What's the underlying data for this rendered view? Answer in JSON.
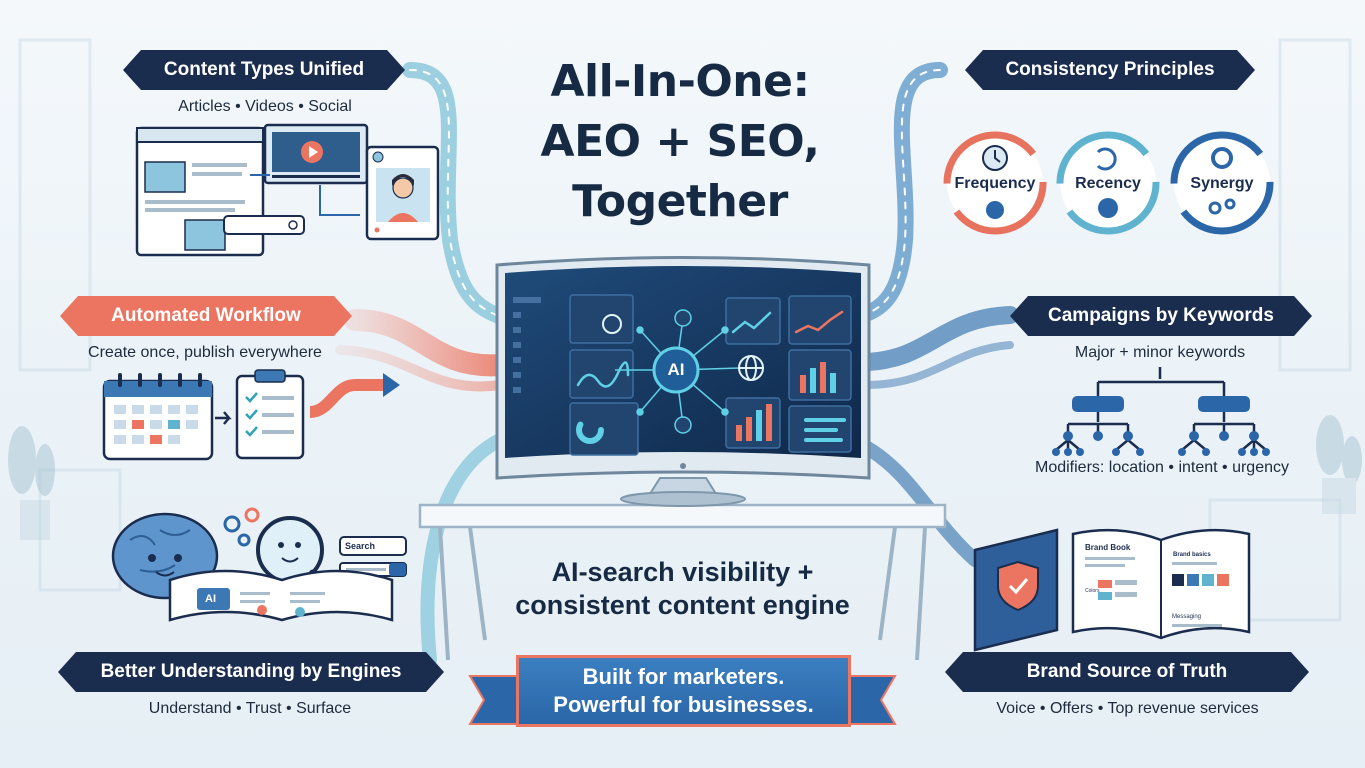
{
  "title": {
    "line1": "All-In-One:",
    "line2": "AEO + SEO,",
    "line3": "Together"
  },
  "panels": {
    "content_types": {
      "heading": "Content Types Unified",
      "subtitle": "Articles • Videos • Social"
    },
    "automated_workflow": {
      "heading": "Automated Workflow",
      "subtitle": "Create once, publish everywhere"
    },
    "better_understanding": {
      "heading": "Better Understanding by Engines",
      "subtitle": "Understand • Trust • Surface",
      "search_label": "Search",
      "book_label": "AI"
    },
    "consistency": {
      "heading": "Consistency Principles",
      "cycles": [
        "Frequency",
        "Recency",
        "Synergy"
      ]
    },
    "campaigns": {
      "heading": "Campaigns by Keywords",
      "subtitle": "Major + minor keywords",
      "modifiers": "Modifiers: location • intent • urgency"
    },
    "brand_source": {
      "heading": "Brand Source of Truth",
      "subtitle": "Voice • Offers • Top revenue services",
      "book_title": "Brand Book",
      "page_heading": "Brand basics",
      "colors_label": "Colors",
      "messaging_label": "Messaging"
    }
  },
  "center": {
    "monitor_badge": "AI",
    "tagline_line1": "AI-search visibility +",
    "tagline_line2": "consistent content engine",
    "ribbon_line1": "Built for marketers.",
    "ribbon_line2": "Powerful for businesses."
  },
  "colors": {
    "navy": "#1b2d4f",
    "coral": "#ec7562",
    "blue": "#2a66a8",
    "teal": "#5fb3cf"
  }
}
